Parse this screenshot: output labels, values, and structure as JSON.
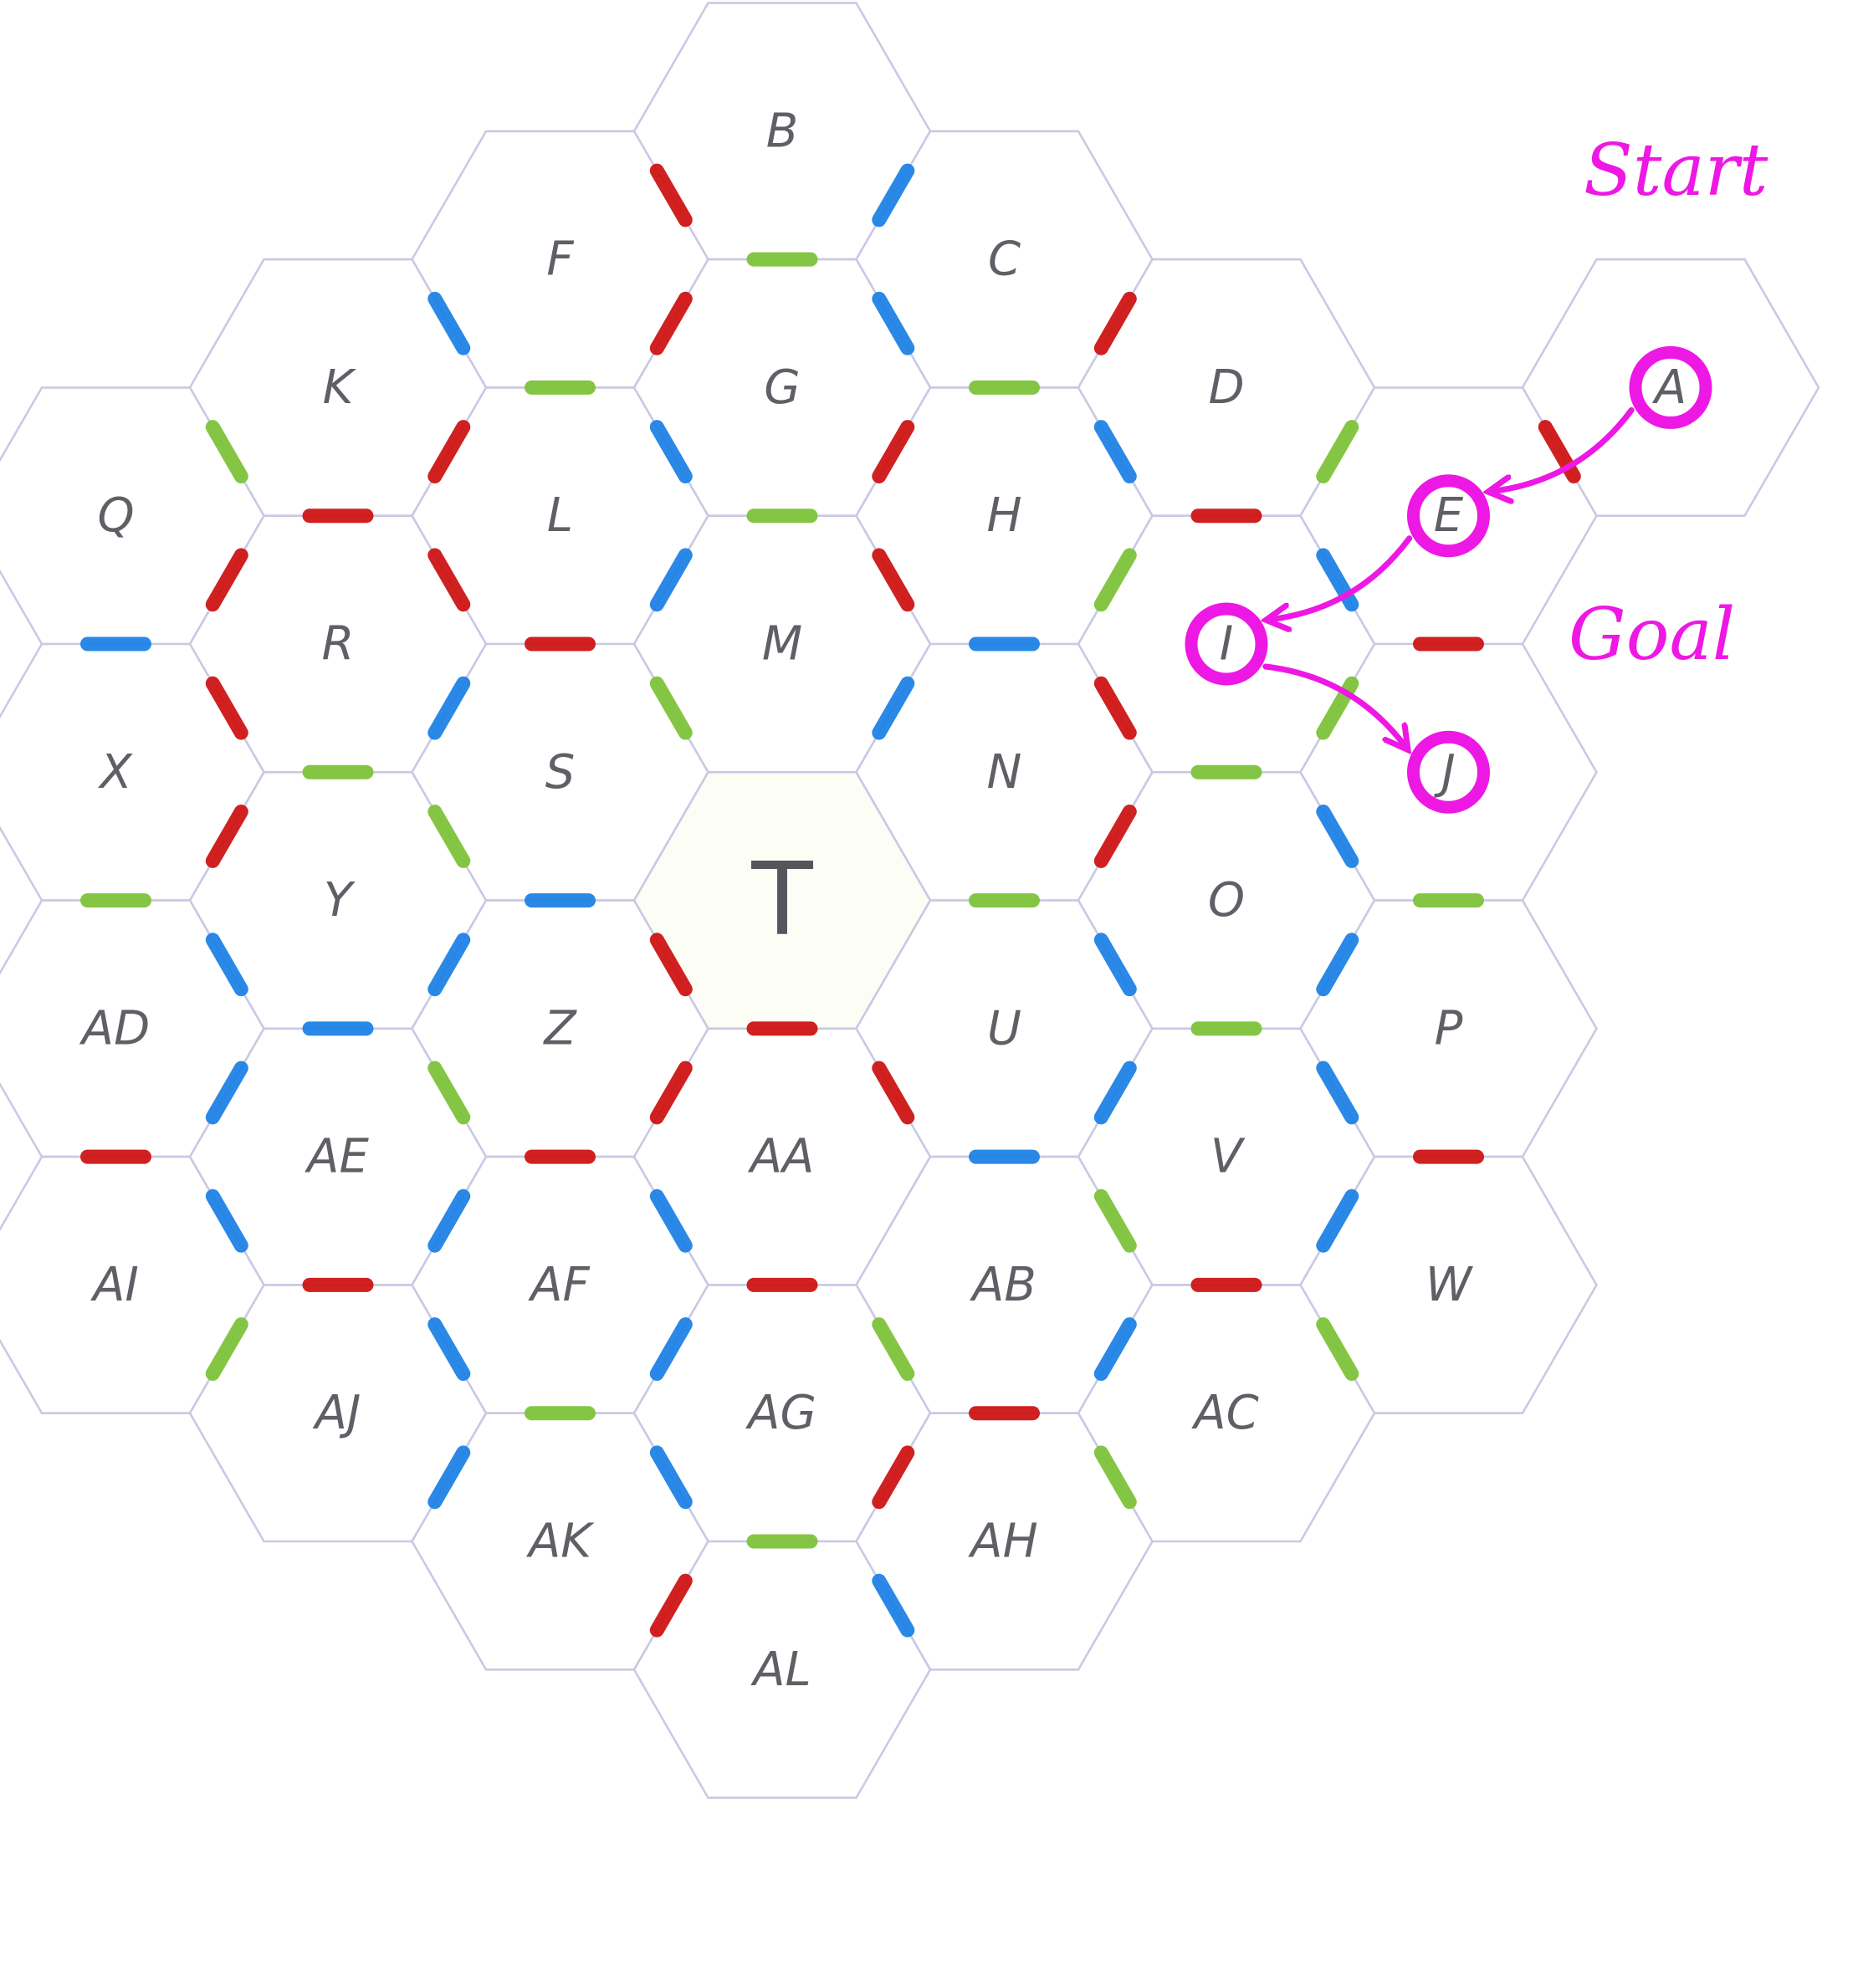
{
  "colors": {
    "red": "#cf1414",
    "blue": "#1f82e6",
    "green": "#7dc33a",
    "path": "#ee18e4",
    "grid": "#c9c9e4"
  },
  "cells": [
    {
      "id": "A",
      "q": 4,
      "r": -3
    },
    {
      "id": "B",
      "q": 0,
      "r": -2
    },
    {
      "id": "C",
      "q": 1,
      "r": -2
    },
    {
      "id": "D",
      "q": 2,
      "r": -2
    },
    {
      "id": "E",
      "q": 3,
      "r": -2
    },
    {
      "id": "F",
      "q": -1,
      "r": -1
    },
    {
      "id": "G",
      "q": 0,
      "r": -1
    },
    {
      "id": "H",
      "q": 1,
      "r": -1
    },
    {
      "id": "I",
      "q": 2,
      "r": -1
    },
    {
      "id": "J",
      "q": 3,
      "r": -1
    },
    {
      "id": "K",
      "q": -2,
      "r": 0
    },
    {
      "id": "L",
      "q": -1,
      "r": 0
    },
    {
      "id": "M",
      "q": 0,
      "r": 0
    },
    {
      "id": "N",
      "q": 1,
      "r": 0
    },
    {
      "id": "O",
      "q": 2,
      "r": 0
    },
    {
      "id": "P",
      "q": 3,
      "r": 0
    },
    {
      "id": "Q",
      "q": -3,
      "r": 1
    },
    {
      "id": "R",
      "q": -2,
      "r": 1
    },
    {
      "id": "S",
      "q": -1,
      "r": 1
    },
    {
      "id": "T",
      "q": 0,
      "r": 1
    },
    {
      "id": "U",
      "q": 1,
      "r": 1
    },
    {
      "id": "V",
      "q": 2,
      "r": 1
    },
    {
      "id": "W",
      "q": 3,
      "r": 1
    },
    {
      "id": "X",
      "q": -3,
      "r": 2
    },
    {
      "id": "Y",
      "q": -2,
      "r": 2
    },
    {
      "id": "Z",
      "q": -1,
      "r": 2
    },
    {
      "id": "AA",
      "q": 0,
      "r": 2
    },
    {
      "id": "AB",
      "q": 1,
      "r": 2
    },
    {
      "id": "AC",
      "q": 2,
      "r": 2
    },
    {
      "id": "AD",
      "q": -3,
      "r": 3
    },
    {
      "id": "AE",
      "q": -2,
      "r": 3
    },
    {
      "id": "AF",
      "q": -1,
      "r": 3
    },
    {
      "id": "AG",
      "q": 0,
      "r": 3
    },
    {
      "id": "AH",
      "q": 1,
      "r": 3
    },
    {
      "id": "AI",
      "q": -3,
      "r": 4
    },
    {
      "id": "AJ",
      "q": -2,
      "r": 4
    },
    {
      "id": "AK",
      "q": -1,
      "r": 4
    },
    {
      "id": "AL",
      "q": 0,
      "r": 4
    }
  ],
  "cell_display_labels": {
    "AG": "AG"
  },
  "center_cell": "T",
  "walls": [
    [
      "A",
      "E",
      "red"
    ],
    [
      "B",
      "C",
      "blue"
    ],
    [
      "C",
      "D",
      "red"
    ],
    [
      "D",
      "E",
      "green"
    ],
    [
      "B",
      "F",
      "red"
    ],
    [
      "B",
      "G",
      "green"
    ],
    [
      "C",
      "G",
      "blue"
    ],
    [
      "C",
      "H",
      "green"
    ],
    [
      "D",
      "H",
      "blue"
    ],
    [
      "D",
      "I",
      "red"
    ],
    [
      "E",
      "I",
      "blue"
    ],
    [
      "E",
      "J",
      "red"
    ],
    [
      "F",
      "G",
      "red"
    ],
    [
      "G",
      "H",
      "red"
    ],
    [
      "H",
      "I",
      "green"
    ],
    [
      "I",
      "J",
      "green"
    ],
    [
      "F",
      "K",
      "blue"
    ],
    [
      "F",
      "L",
      "green"
    ],
    [
      "G",
      "L",
      "blue"
    ],
    [
      "G",
      "M",
      "green"
    ],
    [
      "H",
      "M",
      "red"
    ],
    [
      "H",
      "N",
      "blue"
    ],
    [
      "I",
      "N",
      "red"
    ],
    [
      "I",
      "O",
      "green"
    ],
    [
      "J",
      "O",
      "blue"
    ],
    [
      "J",
      "P",
      "green"
    ],
    [
      "K",
      "L",
      "red"
    ],
    [
      "L",
      "M",
      "blue"
    ],
    [
      "M",
      "N",
      "blue"
    ],
    [
      "N",
      "O",
      "red"
    ],
    [
      "O",
      "P",
      "blue"
    ],
    [
      "K",
      "Q",
      "green"
    ],
    [
      "K",
      "R",
      "red"
    ],
    [
      "L",
      "R",
      "red"
    ],
    [
      "L",
      "S",
      "red"
    ],
    [
      "M",
      "S",
      "green"
    ],
    [
      "N",
      "U",
      "green"
    ],
    [
      "O",
      "U",
      "blue"
    ],
    [
      "O",
      "V",
      "green"
    ],
    [
      "P",
      "V",
      "blue"
    ],
    [
      "P",
      "W",
      "red"
    ],
    [
      "Q",
      "R",
      "red"
    ],
    [
      "R",
      "S",
      "blue"
    ],
    [
      "U",
      "V",
      "blue"
    ],
    [
      "V",
      "W",
      "blue"
    ],
    [
      "Q",
      "X",
      "blue"
    ],
    [
      "R",
      "X",
      "red"
    ],
    [
      "R",
      "Y",
      "green"
    ],
    [
      "S",
      "Y",
      "green"
    ],
    [
      "S",
      "Z",
      "blue"
    ],
    [
      "T",
      "Z",
      "red"
    ],
    [
      "T",
      "AA",
      "red"
    ],
    [
      "U",
      "AA",
      "red"
    ],
    [
      "U",
      "AB",
      "blue"
    ],
    [
      "V",
      "AB",
      "green"
    ],
    [
      "V",
      "AC",
      "red"
    ],
    [
      "W",
      "AC",
      "green"
    ],
    [
      "X",
      "Y",
      "red"
    ],
    [
      "Y",
      "Z",
      "blue"
    ],
    [
      "Z",
      "AA",
      "red"
    ],
    [
      "AB",
      "AC",
      "blue"
    ],
    [
      "X",
      "AD",
      "green"
    ],
    [
      "Y",
      "AD",
      "blue"
    ],
    [
      "Y",
      "AE",
      "blue"
    ],
    [
      "Z",
      "AE",
      "green"
    ],
    [
      "Z",
      "AF",
      "red"
    ],
    [
      "AA",
      "AF",
      "blue"
    ],
    [
      "AA",
      "AG",
      "red"
    ],
    [
      "AB",
      "AG",
      "green"
    ],
    [
      "AB",
      "AH",
      "red"
    ],
    [
      "AC",
      "AH",
      "green"
    ],
    [
      "AD",
      "AE",
      "blue"
    ],
    [
      "AE",
      "AF",
      "blue"
    ],
    [
      "AF",
      "AG",
      "blue"
    ],
    [
      "AG",
      "AH",
      "red"
    ],
    [
      "AD",
      "AI",
      "red"
    ],
    [
      "AE",
      "AI",
      "blue"
    ],
    [
      "AE",
      "AJ",
      "red"
    ],
    [
      "AF",
      "AJ",
      "blue"
    ],
    [
      "AF",
      "AK",
      "green"
    ],
    [
      "AG",
      "AK",
      "blue"
    ],
    [
      "AG",
      "AL",
      "green"
    ],
    [
      "AH",
      "AL",
      "blue"
    ],
    [
      "AI",
      "AJ",
      "green"
    ],
    [
      "AJ",
      "AK",
      "blue"
    ],
    [
      "AK",
      "AL",
      "red"
    ]
  ],
  "path": {
    "cells": [
      "A",
      "E",
      "I",
      "J"
    ],
    "start_cell": "A",
    "goal_cell": "J",
    "start_label": "Start",
    "goal_label": "Goal"
  }
}
